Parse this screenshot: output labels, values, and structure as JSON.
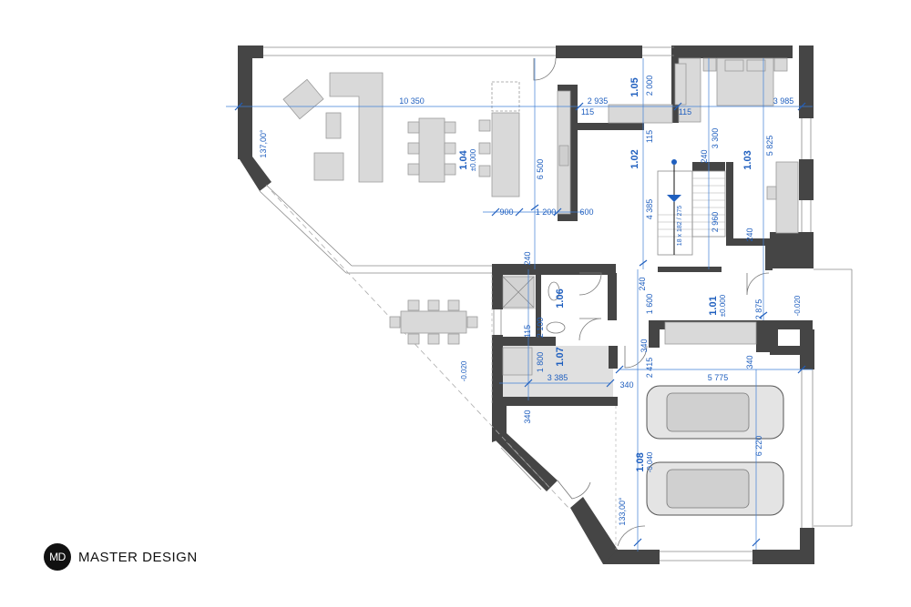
{
  "brand": {
    "badge": "MD",
    "name": "MASTER DESIGN"
  },
  "rooms": [
    {
      "number": "1.04",
      "level": "±0.000"
    },
    {
      "number": "1.05",
      "level": ""
    },
    {
      "number": "1.02",
      "level": ""
    },
    {
      "number": "1.03",
      "level": ""
    },
    {
      "number": "1.01",
      "level": "±0.000"
    },
    {
      "number": "1.06",
      "level": ""
    },
    {
      "number": "1.07",
      "level": ""
    },
    {
      "number": "1.08",
      "level": "-0.040"
    }
  ],
  "levels": {
    "terrace": "-0.020",
    "entry": "-0.020"
  },
  "dims": {
    "d10350": "10 350",
    "d2935": "2 935",
    "d2000": "2 000",
    "d3985": "3 985",
    "d115a": "115",
    "d115b": "115",
    "d115c": "115",
    "d115d": "115",
    "d3300": "3 300",
    "d5825": "5 825",
    "d6500": "6 500",
    "d900": "900",
    "d1200": "1 200",
    "d600": "600",
    "d240a": "240",
    "d240b": "240",
    "d240c": "240",
    "d240d": "240",
    "d4385": "4 385",
    "d2960": "2 960",
    "d1600": "1 600",
    "d2875": "2 875",
    "d2100": "2 100",
    "d1800": "1 800",
    "d3385": "3 385",
    "d340a": "340",
    "d340b": "340",
    "d340c": "340",
    "d340d": "340",
    "d2415": "2 415",
    "d5775": "5 775",
    "d6220": "6 220",
    "stair": "18 x 182 / 275"
  },
  "angles": {
    "a137": "137,00°",
    "a133": "133,00°"
  }
}
